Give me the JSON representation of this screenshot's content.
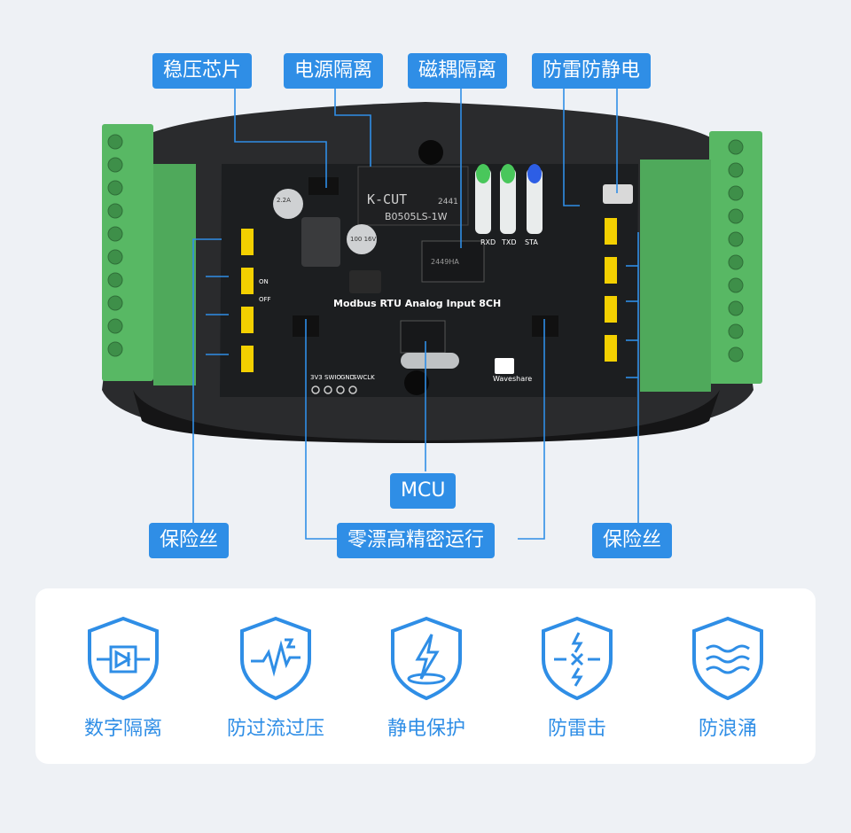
{
  "callouts": {
    "regulator": "稳压芯片",
    "power_isolation": "电源隔离",
    "magnetic_isolation": "磁耦隔离",
    "lightning_esd": "防雷防静电",
    "mcu": "MCU",
    "fuse_left": "保险丝",
    "zero_drift": "零漂高精密运行",
    "fuse_right": "保险丝"
  },
  "board": {
    "title": "Modbus RTU Analog Input 8CH",
    "module_brand": "K-CUT",
    "module_code": "2441",
    "module_model": "B0505LS-1W",
    "led_labels": [
      "RXD",
      "TXD",
      "STA"
    ],
    "brand": "Waveshare",
    "switch_on": "ON",
    "switch_off": "OFF",
    "debug_pins": [
      "3V3",
      "SWIO",
      "GND",
      "SWCLK"
    ],
    "cap1": "2.2A",
    "cap2": "100 16V",
    "iso_chip": "2449HA"
  },
  "features": [
    {
      "icon": "digital-isolation-icon",
      "label": "数字隔离"
    },
    {
      "icon": "overcurrent-overvoltage-icon",
      "label": "防过流过压"
    },
    {
      "icon": "esd-protection-icon",
      "label": "静电保护"
    },
    {
      "icon": "lightning-protection-icon",
      "label": "防雷击"
    },
    {
      "icon": "surge-protection-icon",
      "label": "防浪涌"
    }
  ],
  "colors": {
    "accent": "#2f8ee6",
    "terminal_green": "#5cc06a",
    "board_black": "#1c1e20",
    "fuse_yellow": "#f3d000"
  }
}
